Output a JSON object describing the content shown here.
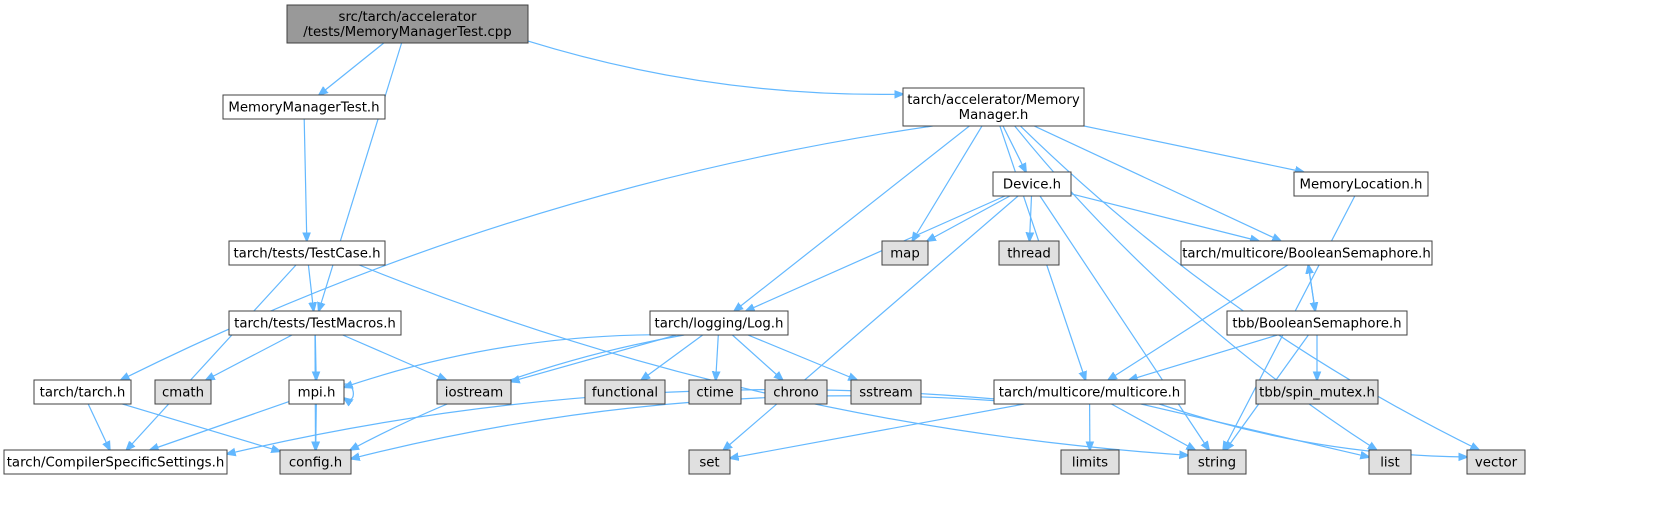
{
  "colors": {
    "edge": "#63b8ff",
    "node_border": "#404040",
    "node_fill": "#ffffff",
    "root_fill": "#999999",
    "system_header_fill": "#e0e0e0"
  },
  "nodes": [
    {
      "id": "root",
      "lines": [
        "src/tarch/accelerator",
        "/tests/MemoryManagerTest.cpp"
      ],
      "kind": "root"
    },
    {
      "id": "mmtest_h",
      "lines": [
        "MemoryManagerTest.h"
      ],
      "kind": "file"
    },
    {
      "id": "memmgr_h",
      "lines": [
        "tarch/accelerator/Memory",
        "Manager.h"
      ],
      "kind": "file"
    },
    {
      "id": "testcase_h",
      "lines": [
        "tarch/tests/TestCase.h"
      ],
      "kind": "file"
    },
    {
      "id": "device_h",
      "lines": [
        "Device.h"
      ],
      "kind": "file"
    },
    {
      "id": "memloc_h",
      "lines": [
        "MemoryLocation.h"
      ],
      "kind": "file"
    },
    {
      "id": "map",
      "lines": [
        "map"
      ],
      "kind": "system"
    },
    {
      "id": "thread",
      "lines": [
        "thread"
      ],
      "kind": "system"
    },
    {
      "id": "boolsem_h",
      "lines": [
        "tarch/multicore/BooleanSemaphore.h"
      ],
      "kind": "file"
    },
    {
      "id": "testmacros_h",
      "lines": [
        "tarch/tests/TestMacros.h"
      ],
      "kind": "file"
    },
    {
      "id": "log_h",
      "lines": [
        "tarch/logging/Log.h"
      ],
      "kind": "file"
    },
    {
      "id": "tbbboolsem_h",
      "lines": [
        "tbb/BooleanSemaphore.h"
      ],
      "kind": "file"
    },
    {
      "id": "tarch_h",
      "lines": [
        "tarch/tarch.h"
      ],
      "kind": "file"
    },
    {
      "id": "cmath",
      "lines": [
        "cmath"
      ],
      "kind": "system"
    },
    {
      "id": "mpi_h",
      "lines": [
        "mpi.h"
      ],
      "kind": "file"
    },
    {
      "id": "iostream",
      "lines": [
        "iostream"
      ],
      "kind": "system"
    },
    {
      "id": "functional",
      "lines": [
        "functional"
      ],
      "kind": "system"
    },
    {
      "id": "ctime",
      "lines": [
        "ctime"
      ],
      "kind": "system"
    },
    {
      "id": "chrono",
      "lines": [
        "chrono"
      ],
      "kind": "system"
    },
    {
      "id": "sstream",
      "lines": [
        "sstream"
      ],
      "kind": "system"
    },
    {
      "id": "multicore_h",
      "lines": [
        "tarch/multicore/multicore.h"
      ],
      "kind": "file"
    },
    {
      "id": "tbbspin_h",
      "lines": [
        "tbb/spin_mutex.h"
      ],
      "kind": "system"
    },
    {
      "id": "compiler_h",
      "lines": [
        "tarch/CompilerSpecificSettings.h"
      ],
      "kind": "file"
    },
    {
      "id": "config_h",
      "lines": [
        "config.h"
      ],
      "kind": "system"
    },
    {
      "id": "set",
      "lines": [
        "set"
      ],
      "kind": "system"
    },
    {
      "id": "limits",
      "lines": [
        "limits"
      ],
      "kind": "system"
    },
    {
      "id": "string",
      "lines": [
        "string"
      ],
      "kind": "system"
    },
    {
      "id": "list",
      "lines": [
        "list"
      ],
      "kind": "system"
    },
    {
      "id": "vector",
      "lines": [
        "vector"
      ],
      "kind": "system"
    }
  ],
  "edges": [
    [
      "root",
      "mmtest_h"
    ],
    [
      "root",
      "testmacros_h"
    ],
    [
      "root",
      "memmgr_h"
    ],
    [
      "mmtest_h",
      "testcase_h"
    ],
    [
      "testcase_h",
      "testmacros_h"
    ],
    [
      "testcase_h",
      "compiler_h"
    ],
    [
      "testcase_h",
      "string"
    ],
    [
      "memmgr_h",
      "tarch_h"
    ],
    [
      "memmgr_h",
      "log_h"
    ],
    [
      "memmgr_h",
      "map"
    ],
    [
      "memmgr_h",
      "device_h"
    ],
    [
      "memmgr_h",
      "multicore_h"
    ],
    [
      "memmgr_h",
      "boolsem_h"
    ],
    [
      "memmgr_h",
      "memloc_h"
    ],
    [
      "memmgr_h",
      "list"
    ],
    [
      "memmgr_h",
      "vector"
    ],
    [
      "device_h",
      "map"
    ],
    [
      "device_h",
      "thread"
    ],
    [
      "device_h",
      "set"
    ],
    [
      "device_h",
      "log_h"
    ],
    [
      "device_h",
      "boolsem_h"
    ],
    [
      "device_h",
      "string"
    ],
    [
      "memloc_h",
      "string"
    ],
    [
      "boolsem_h",
      "tbbboolsem_h"
    ],
    [
      "boolsem_h",
      "multicore_h"
    ],
    [
      "tbbboolsem_h",
      "boolsem_h"
    ],
    [
      "tbbboolsem_h",
      "multicore_h"
    ],
    [
      "tbbboolsem_h",
      "tbbspin_h"
    ],
    [
      "tbbboolsem_h",
      "string"
    ],
    [
      "testmacros_h",
      "cmath"
    ],
    [
      "testmacros_h",
      "mpi_h"
    ],
    [
      "testmacros_h",
      "iostream"
    ],
    [
      "testmacros_h",
      "config_h"
    ],
    [
      "log_h",
      "mpi_h"
    ],
    [
      "log_h",
      "iostream"
    ],
    [
      "log_h",
      "functional"
    ],
    [
      "log_h",
      "ctime"
    ],
    [
      "log_h",
      "chrono"
    ],
    [
      "log_h",
      "sstream"
    ],
    [
      "log_h",
      "config_h"
    ],
    [
      "tarch_h",
      "compiler_h"
    ],
    [
      "tarch_h",
      "config_h"
    ],
    [
      "mpi_h",
      "mpi_h"
    ],
    [
      "mpi_h",
      "compiler_h"
    ],
    [
      "mpi_h",
      "config_h"
    ],
    [
      "multicore_h",
      "compiler_h"
    ],
    [
      "multicore_h",
      "config_h"
    ],
    [
      "multicore_h",
      "set"
    ],
    [
      "multicore_h",
      "limits"
    ],
    [
      "multicore_h",
      "string"
    ],
    [
      "multicore_h",
      "list"
    ],
    [
      "multicore_h",
      "vector"
    ]
  ]
}
